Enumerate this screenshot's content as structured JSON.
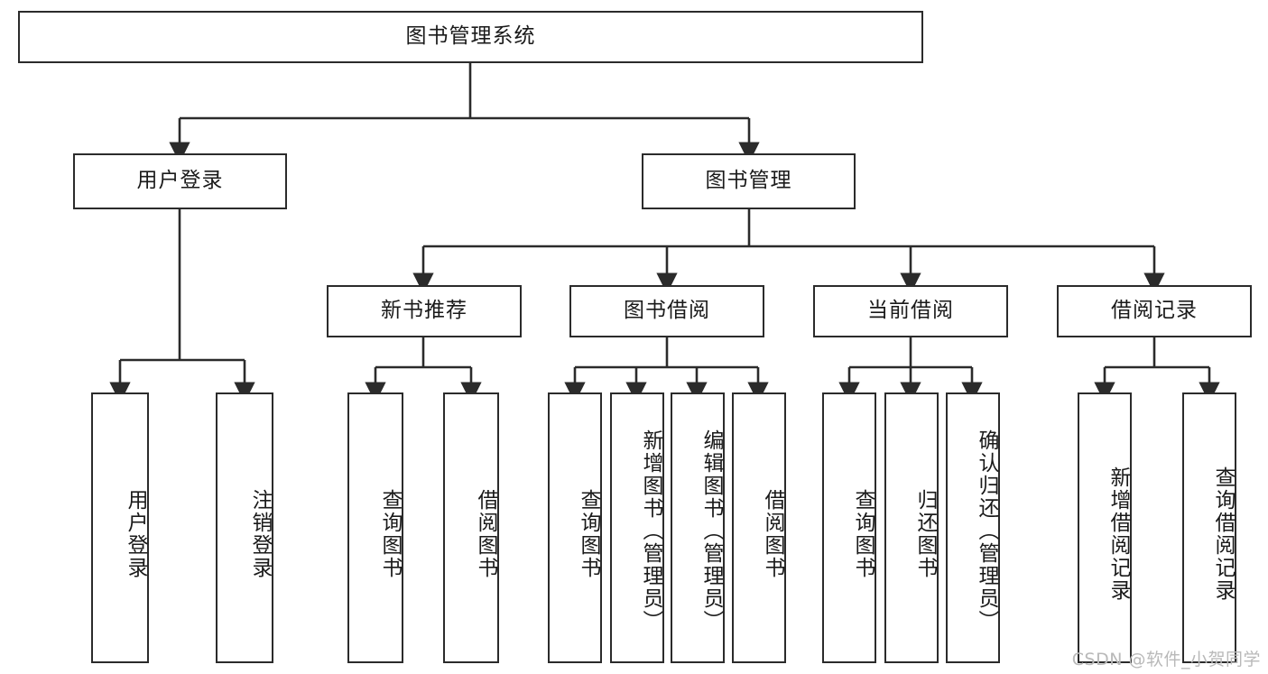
{
  "diagram": {
    "title_node": {
      "label": "图书管理系统"
    },
    "level1": [
      {
        "id": "user-login",
        "label": "用户登录"
      },
      {
        "id": "book-management",
        "label": "图书管理"
      }
    ],
    "level2": [
      {
        "id": "new-book-recommend",
        "label": "新书推荐"
      },
      {
        "id": "book-borrow",
        "label": "图书借阅"
      },
      {
        "id": "current-borrow",
        "label": "当前借阅"
      },
      {
        "id": "borrow-record",
        "label": "借阅记录"
      }
    ],
    "leaves": {
      "user_login": [
        {
          "id": "leaf-user-login",
          "label": "用户登录"
        },
        {
          "id": "leaf-logout-login",
          "label": "注销登录"
        }
      ],
      "new_book_recommend": [
        {
          "id": "leaf-query-book-1",
          "label": "查询图书"
        },
        {
          "id": "leaf-borrow-book-1",
          "label": "借阅图书"
        }
      ],
      "book_borrow": [
        {
          "id": "leaf-query-book-2",
          "label": "查询图书"
        },
        {
          "id": "leaf-add-book",
          "label": "新增图书（管理员）"
        },
        {
          "id": "leaf-edit-book",
          "label": "编辑图书（管理员）"
        },
        {
          "id": "leaf-borrow-book-2",
          "label": "借阅图书"
        }
      ],
      "current_borrow": [
        {
          "id": "leaf-query-book-3",
          "label": "查询图书"
        },
        {
          "id": "leaf-return-book",
          "label": "归还图书"
        },
        {
          "id": "leaf-confirm-return",
          "label": "确认归还（管理员）"
        }
      ],
      "borrow_record": [
        {
          "id": "leaf-add-record",
          "label": "新增借阅记录"
        },
        {
          "id": "leaf-query-record",
          "label": "查询借阅记录"
        }
      ]
    }
  },
  "watermark": {
    "text": "CSDN @软件_小贺同学"
  },
  "colors": {
    "border": "#2b2b2b",
    "text": "#1a1a1a",
    "background": "#ffffff",
    "watermark": "#b9b9b9"
  }
}
